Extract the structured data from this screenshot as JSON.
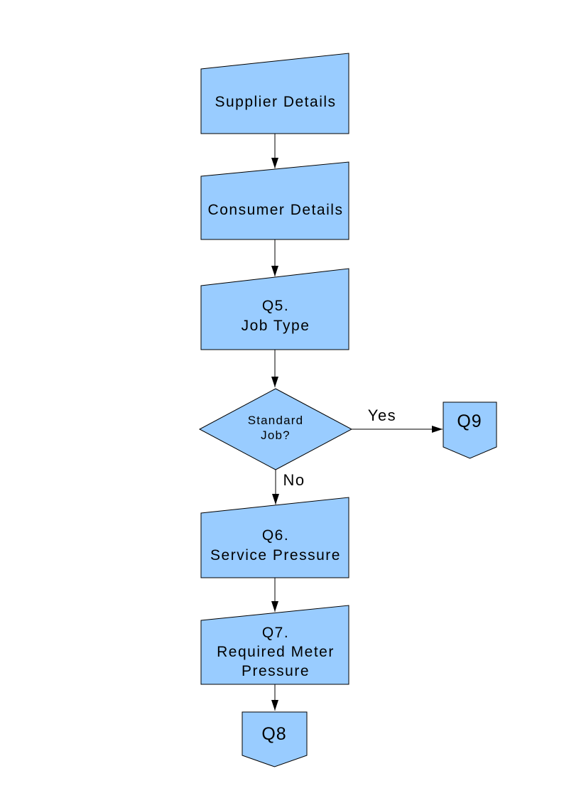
{
  "page": {
    "background": "#FFFFFF"
  },
  "diagram": {
    "fill_color": "#99CCFF",
    "stroke_color": "#000000",
    "text_color": "#000000",
    "nodes": [
      {
        "id": "supplier-details",
        "shape": "manual-input",
        "lines": [
          "Supplier Details"
        ]
      },
      {
        "id": "consumer-details",
        "shape": "manual-input",
        "lines": [
          "Consumer Details"
        ]
      },
      {
        "id": "q5-job-type",
        "shape": "manual-input",
        "lines": [
          "Q5.",
          "Job Type"
        ]
      },
      {
        "id": "standard-job-decision",
        "shape": "decision",
        "lines": [
          "Standard",
          "Job?"
        ]
      },
      {
        "id": "q9-connector",
        "shape": "off-page-connector",
        "lines": [
          "Q9"
        ]
      },
      {
        "id": "q6-service-pressure",
        "shape": "manual-input",
        "lines": [
          "Q6.",
          "Service Pressure"
        ]
      },
      {
        "id": "q7-required-meter-pressure",
        "shape": "manual-input",
        "lines": [
          "Q7.",
          "Required Meter",
          "Pressure"
        ]
      },
      {
        "id": "q8-connector",
        "shape": "off-page-connector",
        "lines": [
          "Q8"
        ]
      }
    ],
    "edges": [
      {
        "from": "supplier-details",
        "to": "consumer-details",
        "label": ""
      },
      {
        "from": "consumer-details",
        "to": "q5-job-type",
        "label": ""
      },
      {
        "from": "q5-job-type",
        "to": "standard-job-decision",
        "label": ""
      },
      {
        "from": "standard-job-decision",
        "to": "q9-connector",
        "label": "Yes"
      },
      {
        "from": "standard-job-decision",
        "to": "q6-service-pressure",
        "label": "No"
      },
      {
        "from": "q6-service-pressure",
        "to": "q7-required-meter-pressure",
        "label": ""
      },
      {
        "from": "q7-required-meter-pressure",
        "to": "q8-connector",
        "label": ""
      }
    ]
  }
}
